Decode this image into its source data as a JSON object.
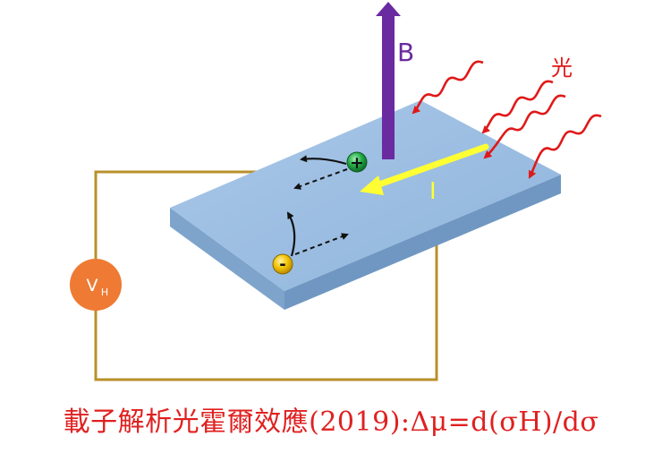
{
  "labels": {
    "magnetic_field": "B",
    "light": "光",
    "current": "I",
    "voltmeter_main": "V",
    "voltmeter_sub": "H",
    "positive_carrier": "+",
    "negative_carrier": "-"
  },
  "caption": "載子解析光霍爾效應(2019):Δμ=d(σH)/dσ",
  "colors": {
    "slab_top": "#9dbfe2",
    "slab_front": "#7ea4cc",
    "wire": "#b8902a",
    "voltmeter": "#ee7a34",
    "b_arrow": "#6a2aa0",
    "light_waves": "#e01818",
    "current_arrow": "#ffff33",
    "positive_carrier": "#22aa44",
    "negative_carrier": "#f2c200",
    "caption": "#e02020"
  }
}
